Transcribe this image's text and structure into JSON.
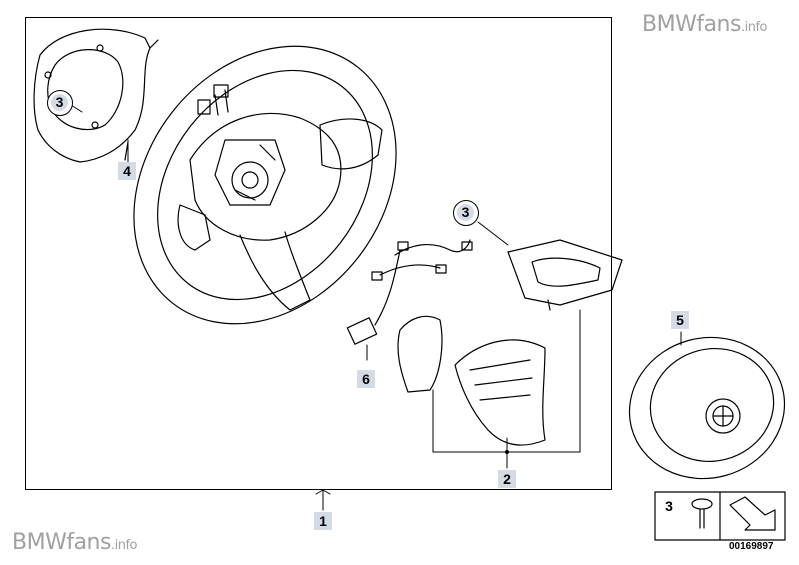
{
  "watermark": {
    "brand": "BMWfans",
    "suffix": ".info"
  },
  "parts": {
    "p1": "1",
    "p2": "2",
    "p3a": "3",
    "p3b": "3",
    "p3c": "3",
    "p4": "4",
    "p5": "5",
    "p6": "6"
  },
  "diagram_ref": "00169897"
}
